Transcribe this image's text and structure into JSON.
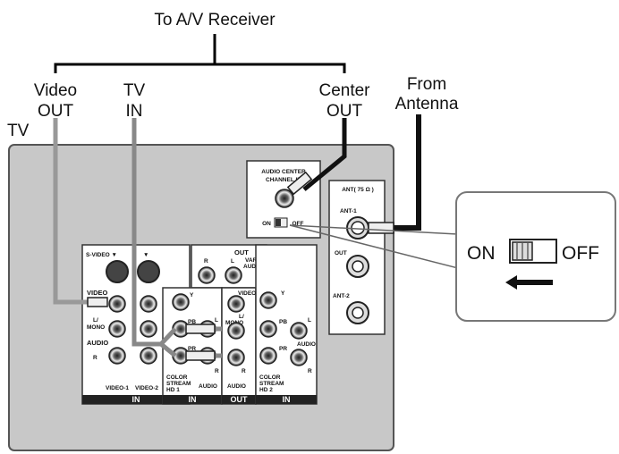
{
  "labels": {
    "receiver": "To A/V Receiver",
    "video_out": [
      "Video",
      "OUT"
    ],
    "tv_in": [
      "TV",
      "IN"
    ],
    "center_out": [
      "Center",
      "OUT"
    ],
    "from_antenna": [
      "From",
      "Antenna"
    ],
    "tv": "TV"
  },
  "panel": {
    "audio_center": [
      "AUDIO CENTER",
      "CHANNEL IN"
    ],
    "on": "ON",
    "off": "OFF",
    "ant_header": "ANT( 75 Ω )",
    "ant1": "ANT-1",
    "out_partial": "OUT",
    "ant2": "ANT-2",
    "svideo": "S-VIDEO ▼",
    "svideo2": "▼",
    "video": "VIDEO",
    "l_mono": [
      "L/",
      "MONO"
    ],
    "audio": "AUDIO",
    "r": "R",
    "l": "L",
    "video1": "VIDEO-1",
    "video2": "VIDEO-2",
    "in": "IN",
    "out": "OUT",
    "var_audio": [
      "VAR",
      "AUDIO"
    ],
    "y": "Y",
    "pb": "PB",
    "pr": "PR",
    "color_stream_hd1": [
      "COLOR",
      "STREAM",
      "HD 1"
    ],
    "color_stream_hd2": [
      "COLOR",
      "STREAM",
      "HD 2"
    ],
    "video_small": "VIDEO"
  },
  "callout": {
    "on": "ON",
    "off": "OFF"
  }
}
